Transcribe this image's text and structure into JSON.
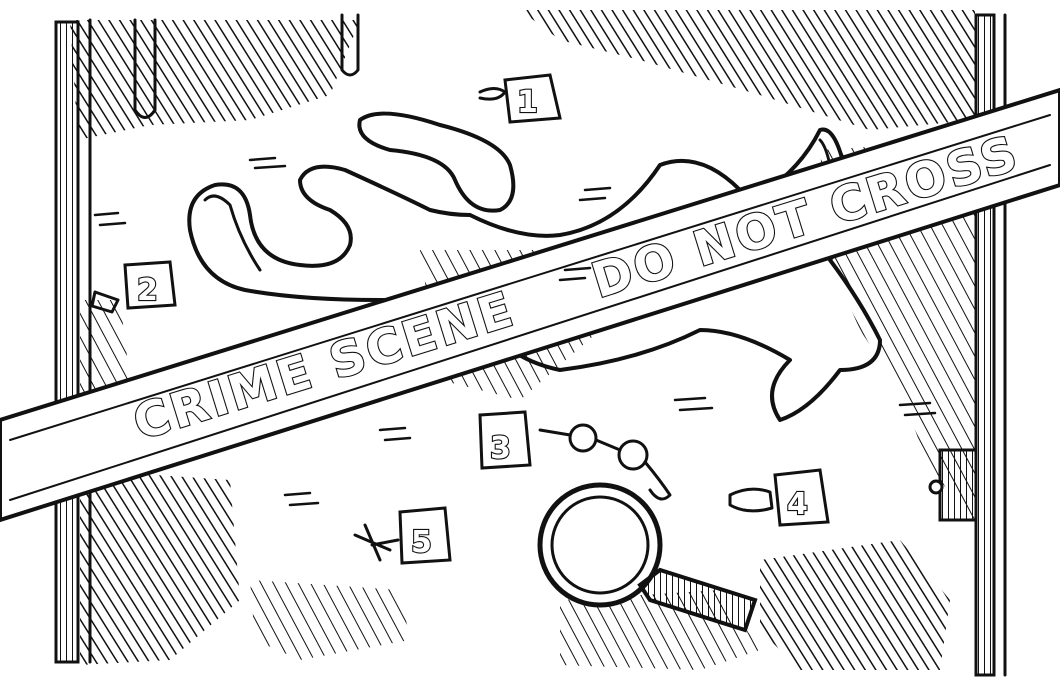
{
  "illustration": {
    "subject": "crime-scene-sketch"
  },
  "tape": {
    "text_left": "CRIME SCENE",
    "text_right": "DO NOT CROSS"
  },
  "evidence_markers": [
    "1",
    "2",
    "3",
    "4",
    "5"
  ],
  "colors": {
    "ink": "#111111",
    "paper": "#ffffff"
  }
}
